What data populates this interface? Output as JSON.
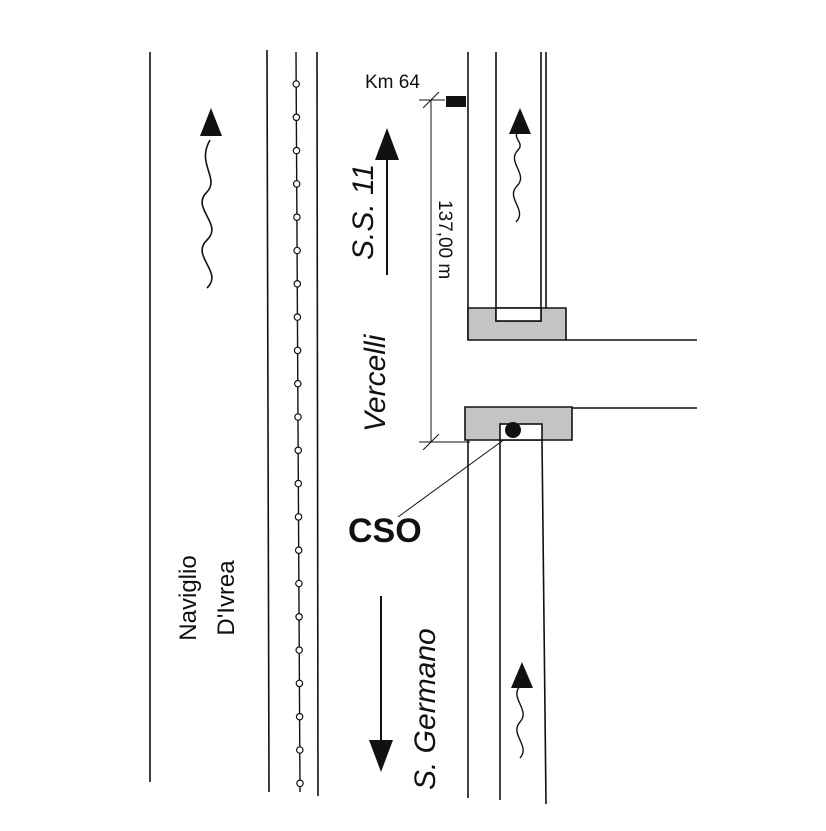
{
  "labels": {
    "canal_line1": "Naviglio",
    "canal_line2": "D'Ivrea",
    "road_code": "S.S. 11",
    "direction_north": "Vercelli",
    "direction_south": "S. Germano",
    "overflow": "CSO",
    "km_marker": "Km 64",
    "distance": "137,00 m"
  },
  "colors": {
    "line": "#111111",
    "structure_fill": "#c4c4c4"
  },
  "icons": {
    "flow": "wavy-arrow-icon",
    "road_direction": "straight-arrow-icon",
    "overflow_point": "filled-dot-icon",
    "guardrail_post": "ring-icon"
  }
}
